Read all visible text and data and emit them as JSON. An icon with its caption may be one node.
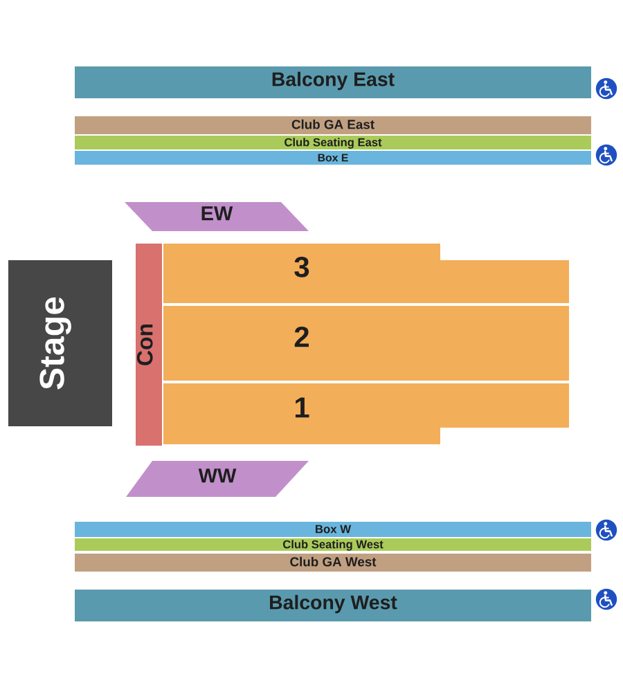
{
  "diagram": {
    "nodes": [
      {
        "text": [
          "Balcony East"
        ]
      },
      {
        "text": [
          "Club GA East"
        ]
      },
      {
        "text": [
          "Club Seating East"
        ]
      },
      {
        "text": [
          "Box E"
        ]
      },
      {
        "text": [
          "EW"
        ]
      },
      {
        "text": [
          "Stage"
        ]
      },
      {
        "text": [
          "Con"
        ]
      },
      {
        "text": [
          "3"
        ]
      },
      {
        "text": [
          "2"
        ]
      },
      {
        "text": [
          "1"
        ]
      },
      {
        "text": [
          "WW"
        ]
      },
      {
        "text": [
          "Box W"
        ]
      },
      {
        "text": [
          "Club Seating West"
        ]
      },
      {
        "text": [
          "Club GA West"
        ]
      },
      {
        "text": [
          "Balcony West"
        ]
      }
    ]
  }
}
